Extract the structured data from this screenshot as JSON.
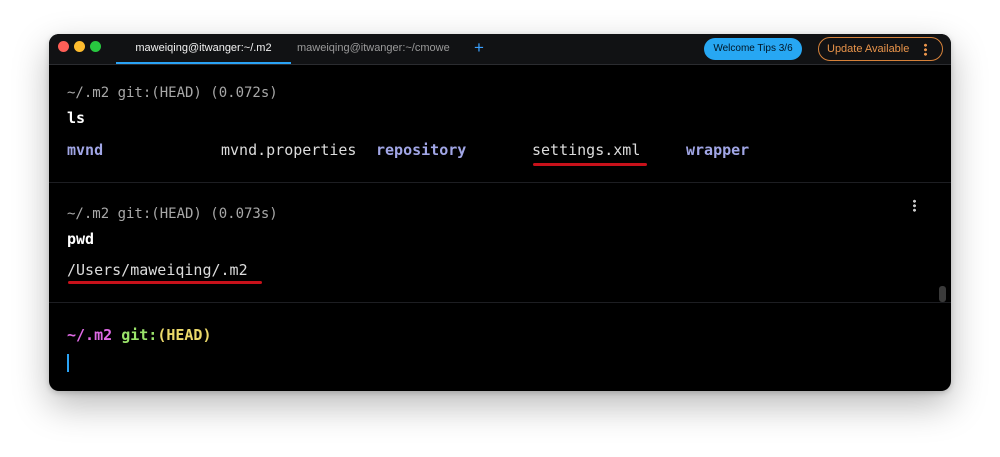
{
  "window": {
    "tabs": [
      {
        "label": "maweiqing@itwanger:~/.m2",
        "active": true
      },
      {
        "label": "maweiqing@itwanger:~/cmowe",
        "active": false
      }
    ],
    "new_tab_label": "+",
    "welcome_tips_label": "Welcome Tips 3/6",
    "update_label": "Update Available",
    "accent_color": "#2aa3f5"
  },
  "blocks": [
    {
      "prompt": "~/.m2 git:(HEAD) (0.072s)",
      "command": "ls",
      "output": [
        "mvnd",
        "mvnd.properties",
        "repository",
        "settings.xml",
        "wrapper"
      ]
    },
    {
      "prompt": "~/.m2 git:(HEAD) (0.073s)",
      "command": "pwd",
      "output": "/Users/maweiqing/.m2"
    }
  ],
  "current_prompt": {
    "path": "~/.m2",
    "git": "git:",
    "branch": "(HEAD)"
  }
}
